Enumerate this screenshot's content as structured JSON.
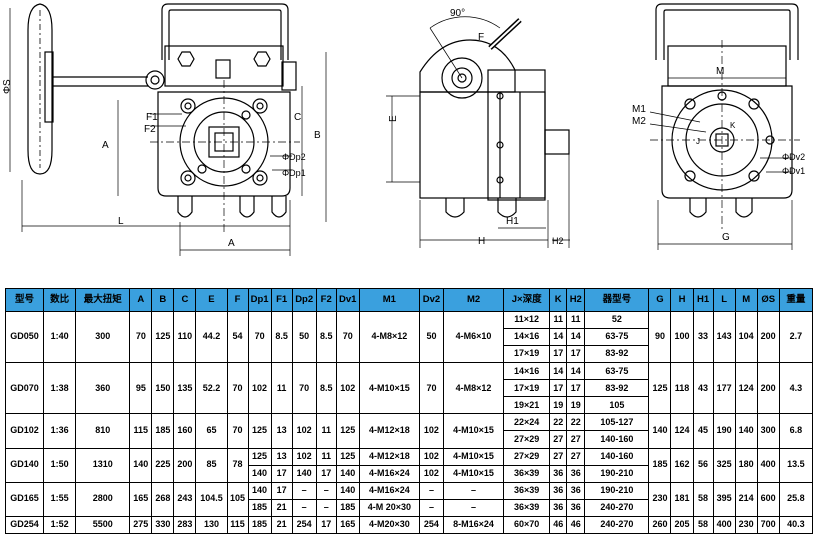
{
  "drawing_labels": {
    "left": {
      "phi_s": "ΦS",
      "b": "B",
      "c": "C",
      "a_vert": "A",
      "l": "L",
      "a_horiz": "A",
      "f1": "F1",
      "f2": "F2",
      "dp2": "ΦDp2",
      "dp1": "ΦDp1"
    },
    "middle": {
      "angle": "90°",
      "f": "F",
      "e": "E",
      "h1": "H1",
      "h": "H",
      "h2": "H2"
    },
    "right": {
      "m": "M",
      "m1": "M1",
      "m2": "M2",
      "j": "J",
      "k": "K",
      "dv2": "ΦDv2",
      "dv1": "ΦDv1",
      "g": "G"
    }
  },
  "table": {
    "headers": [
      "型号",
      "数比",
      "最大扭矩",
      "A",
      "B",
      "C",
      "E",
      "F",
      "Dp1",
      "F1",
      "Dp2",
      "F2",
      "Dv1",
      "M1",
      "Dv2",
      "M2",
      "J×深度",
      "K",
      "H2",
      "器型号",
      "G",
      "H",
      "H1",
      "L",
      "M",
      "ØS",
      "重量"
    ],
    "models": [
      {
        "model": "GD050",
        "ratio": "1:40",
        "torque": "300",
        "a": "70",
        "b": "125",
        "c": "110",
        "e": "44.2",
        "f": "54",
        "rows": [
          {
            "dp1": "70",
            "f1": "8.5",
            "dp2": "50",
            "f2": "8.5",
            "dv1": "70",
            "m1": "4-M8×12",
            "dv2": "50",
            "m2": "4-M6×10",
            "j": "11×12",
            "k": "11",
            "h2": "11",
            "flange": "52"
          },
          {
            "j": "14×16",
            "k": "14",
            "h2": "14",
            "flange": "63-75"
          },
          {
            "j": "17×19",
            "k": "17",
            "h2": "17",
            "flange": "83-92"
          }
        ],
        "g": "90",
        "h": "100",
        "h1": "33",
        "l": "143",
        "m": "104",
        "s": "200",
        "weight": "2.7"
      },
      {
        "model": "GD070",
        "ratio": "1:38",
        "torque": "360",
        "a": "95",
        "b": "150",
        "c": "135",
        "e": "52.2",
        "f": "70",
        "rows": [
          {
            "dp1": "102",
            "f1": "11",
            "dp2": "70",
            "f2": "8.5",
            "dv1": "102",
            "m1": "4-M10×15",
            "dv2": "70",
            "m2": "4-M8×12",
            "j": "14×16",
            "k": "14",
            "h2": "14",
            "flange": "63-75"
          },
          {
            "j": "17×19",
            "k": "17",
            "h2": "17",
            "flange": "83-92"
          },
          {
            "j": "19×21",
            "k": "19",
            "h2": "19",
            "flange": "105"
          }
        ],
        "g": "125",
        "h": "118",
        "h1": "43",
        "l": "177",
        "m": "124",
        "s": "200",
        "weight": "4.3"
      },
      {
        "model": "GD102",
        "ratio": "1:36",
        "torque": "810",
        "a": "115",
        "b": "185",
        "c": "160",
        "e": "65",
        "f": "70",
        "rows": [
          {
            "dp1": "125",
            "f1": "13",
            "dp2": "102",
            "f2": "11",
            "dv1": "125",
            "m1": "4-M12×18",
            "dv2": "102",
            "m2": "4-M10×15",
            "j": "22×24",
            "k": "22",
            "h2": "22",
            "flange": "105-127"
          },
          {
            "j": "27×29",
            "k": "27",
            "h2": "27",
            "flange": "140-160"
          }
        ],
        "g": "140",
        "h": "124",
        "h1": "45",
        "l": "190",
        "m": "140",
        "s": "300",
        "weight": "6.8"
      },
      {
        "model": "GD140",
        "ratio": "1:50",
        "torque": "1310",
        "a": "140",
        "b": "225",
        "c": "200",
        "e": "85",
        "f": "78",
        "rows": [
          {
            "dp1": "125",
            "f1": "13",
            "dp2": "102",
            "f2": "11",
            "dv1": "125",
            "m1": "4-M12×18",
            "dv2": "102",
            "m2": "4-M10×15",
            "j": "27×29",
            "k": "27",
            "h2": "27",
            "flange": "140-160"
          },
          {
            "dp1": "140",
            "f1": "17",
            "dp2": "140",
            "f2": "17",
            "dv1": "140",
            "m1": "4-M16×24",
            "dv2": "102",
            "m2": "4-M10×15",
            "j": "36×39",
            "k": "36",
            "h2": "36",
            "flange": "190-210"
          }
        ],
        "g": "185",
        "h": "162",
        "h1": "56",
        "l": "325",
        "m": "180",
        "s": "400",
        "weight": "13.5"
      },
      {
        "model": "GD165",
        "ratio": "1:55",
        "torque": "2800",
        "a": "165",
        "b": "268",
        "c": "243",
        "e": "104.5",
        "f": "105",
        "rows": [
          {
            "dp1": "140",
            "f1": "17",
            "dp2": "–",
            "f2": "–",
            "dv1": "140",
            "m1": "4-M16×24",
            "dv2": "–",
            "m2": "–",
            "j": "36×39",
            "k": "36",
            "h2": "36",
            "flange": "190-210"
          },
          {
            "dp1": "185",
            "f1": "21",
            "dp2": "–",
            "f2": "–",
            "dv1": "185",
            "m1": "4-M 20×30",
            "dv2": "–",
            "m2": "–",
            "j": "36×39",
            "k": "36",
            "h2": "36",
            "flange": "240-270"
          }
        ],
        "g": "230",
        "h": "181",
        "h1": "58",
        "l": "395",
        "m": "214",
        "s": "600",
        "weight": "25.8"
      },
      {
        "model": "GD254",
        "ratio": "1:52",
        "torque": "5500",
        "a": "275",
        "b": "330",
        "c": "283",
        "e": "130",
        "f": "115",
        "rows": [
          {
            "dp1": "185",
            "f1": "21",
            "dp2": "254",
            "f2": "17",
            "dv1": "165",
            "m1": "4-M20×30",
            "dv2": "254",
            "m2": "8-M16×24",
            "j": "60×70",
            "k": "46",
            "h2": "46",
            "flange": "240-270"
          }
        ],
        "g": "260",
        "h": "205",
        "h1": "58",
        "l": "400",
        "m": "230",
        "s": "700",
        "weight": "40.3"
      }
    ]
  }
}
